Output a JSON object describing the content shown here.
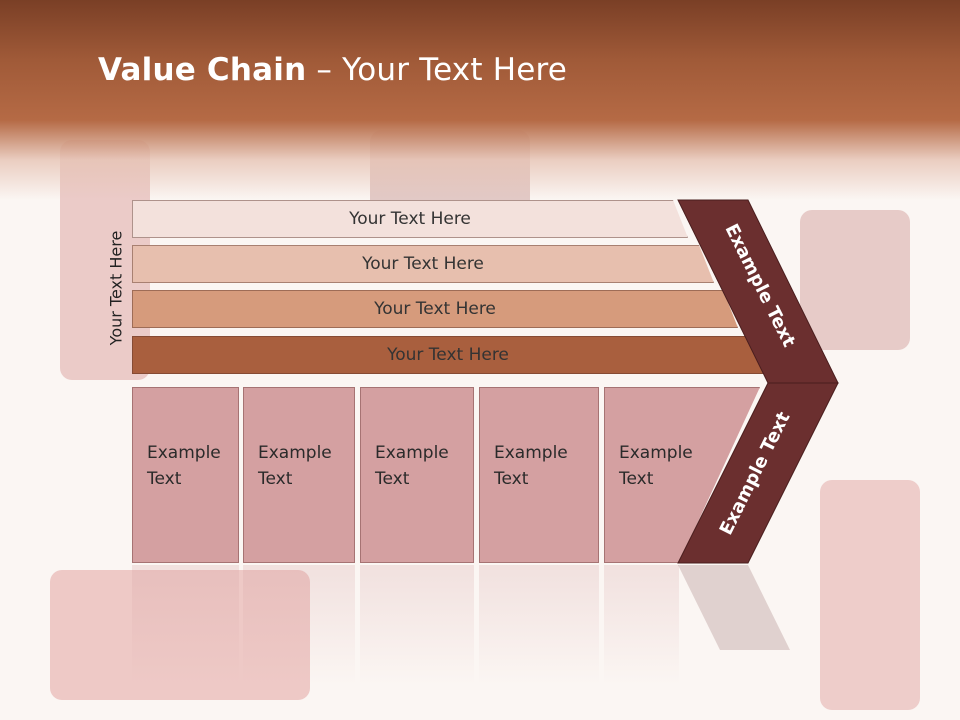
{
  "title": {
    "bold": "Value Chain",
    "rest": " – Your Text Here"
  },
  "side_label": "Your Text Here",
  "bars": [
    {
      "label": "Your Text Here",
      "color": "#f3e1dc"
    },
    {
      "label": "Your Text Here",
      "color": "#e7bfae"
    },
    {
      "label": "Your Text Here",
      "color": "#d69b7c"
    },
    {
      "label": "Your Text Here",
      "color": "#a95f3e"
    }
  ],
  "columns": [
    {
      "line1": "Example",
      "line2": "Text"
    },
    {
      "line1": "Example",
      "line2": "Text"
    },
    {
      "line1": "Example",
      "line2": "Text"
    },
    {
      "line1": "Example",
      "line2": "Text"
    },
    {
      "line1": "Example",
      "line2": "Text"
    }
  ],
  "chevron_top_label": "Example Text",
  "chevron_bottom_label": "Example Text",
  "colors": {
    "chevron": "#6b2f2f",
    "column": "#d4a0a1",
    "header": "#a05a38"
  }
}
